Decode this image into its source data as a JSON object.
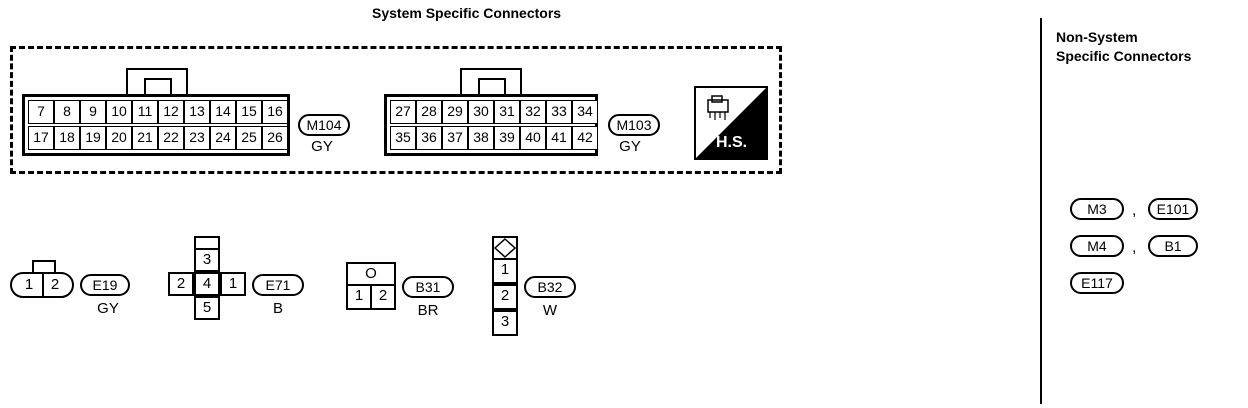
{
  "system_title": "System Specific Connectors",
  "non_system_title_line1": "Non-System",
  "non_system_title_line2": "Specific Connectors",
  "hs_label": "H.S.",
  "connectors": {
    "m104": {
      "id": "M104",
      "color": "GY",
      "row1": [
        "7",
        "8",
        "9",
        "10",
        "11",
        "12",
        "13",
        "14",
        "15",
        "16"
      ],
      "row2": [
        "17",
        "18",
        "19",
        "20",
        "21",
        "22",
        "23",
        "24",
        "25",
        "26"
      ]
    },
    "m103": {
      "id": "M103",
      "color": "GY",
      "row1": [
        "27",
        "28",
        "29",
        "30",
        "31",
        "32",
        "33",
        "34"
      ],
      "row2": [
        "35",
        "36",
        "37",
        "38",
        "39",
        "40",
        "41",
        "42"
      ]
    },
    "e19": {
      "id": "E19",
      "color": "GY",
      "pins": [
        "1",
        "2"
      ]
    },
    "e71": {
      "id": "E71",
      "color": "B",
      "pins": [
        "2",
        "4",
        "1",
        "3",
        "5"
      ]
    },
    "b31": {
      "id": "B31",
      "color": "BR",
      "pins": [
        "1",
        "2"
      ],
      "mark": "O"
    },
    "b32": {
      "id": "B32",
      "color": "W",
      "pins": [
        "1",
        "2",
        "3"
      ]
    }
  },
  "non_system": [
    {
      "id": "M3"
    },
    {
      "id": "E101"
    },
    {
      "id": "M4"
    },
    {
      "id": "B1"
    },
    {
      "id": "E117"
    }
  ],
  "separator": ","
}
